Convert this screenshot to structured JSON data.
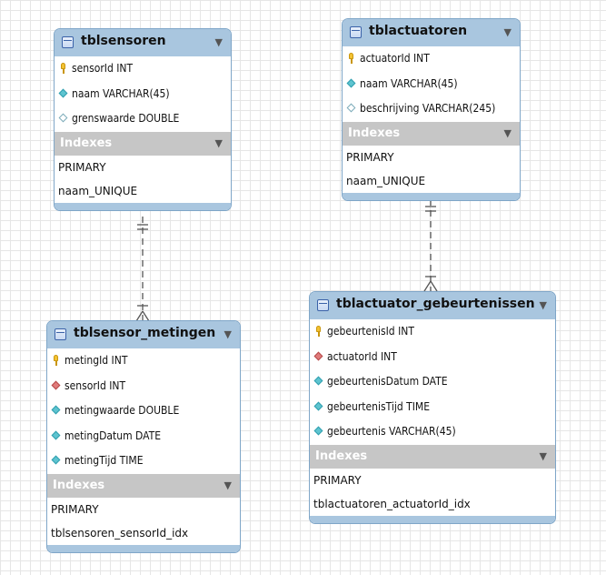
{
  "tables": {
    "tblsensoren": {
      "title": "tblsensoren",
      "columns": [
        {
          "icon": "primary-key-icon",
          "text": "sensorId INT"
        },
        {
          "icon": "filled-diamond-icon",
          "text": "naam VARCHAR(45)"
        },
        {
          "icon": "empty-diamond-icon",
          "text": "grenswaarde DOUBLE"
        }
      ],
      "indexes_label": "Indexes",
      "indexes": [
        "PRIMARY",
        "naam_UNIQUE"
      ]
    },
    "tblactuatoren": {
      "title": "tblactuatoren",
      "columns": [
        {
          "icon": "primary-key-icon",
          "text": "actuatorId INT"
        },
        {
          "icon": "filled-diamond-icon",
          "text": "naam VARCHAR(45)"
        },
        {
          "icon": "empty-diamond-icon",
          "text": "beschrijving VARCHAR(245)"
        }
      ],
      "indexes_label": "Indexes",
      "indexes": [
        "PRIMARY",
        "naam_UNIQUE"
      ]
    },
    "tblsensor_metingen": {
      "title": "tblsensor_metingen",
      "columns": [
        {
          "icon": "primary-key-icon",
          "text": "metingId INT"
        },
        {
          "icon": "foreign-key-diamond-icon",
          "text": "sensorId INT"
        },
        {
          "icon": "filled-diamond-icon",
          "text": "metingwaarde DOUBLE"
        },
        {
          "icon": "filled-diamond-icon",
          "text": "metingDatum DATE"
        },
        {
          "icon": "filled-diamond-icon",
          "text": "metingTijd TIME"
        }
      ],
      "indexes_label": "Indexes",
      "indexes": [
        "PRIMARY",
        "tblsensoren_sensorId_idx"
      ]
    },
    "tblactuator_gebeurtenissen": {
      "title": "tblactuator_gebeurtenissen",
      "columns": [
        {
          "icon": "primary-key-icon",
          "text": "gebeurtenisId INT"
        },
        {
          "icon": "foreign-key-diamond-icon",
          "text": "actuatorId INT"
        },
        {
          "icon": "filled-diamond-icon",
          "text": "gebeurtenisDatum DATE"
        },
        {
          "icon": "filled-diamond-icon",
          "text": "gebeurtenisTijd TIME"
        },
        {
          "icon": "filled-diamond-icon",
          "text": "gebeurtenis VARCHAR(45)"
        }
      ],
      "indexes_label": "Indexes",
      "indexes": [
        "PRIMARY",
        "tblactuatoren_actuatorId_idx"
      ]
    }
  },
  "relationships": [
    {
      "from": "tblsensoren",
      "to": "tblsensor_metingen",
      "from_cardinality": "one",
      "to_cardinality": "many",
      "style": "dashed"
    },
    {
      "from": "tblactuatoren",
      "to": "tblactuator_gebeurtenissen",
      "from_cardinality": "one",
      "to_cardinality": "many",
      "style": "dashed"
    }
  ],
  "colors": {
    "header": "#a9c6df",
    "border": "#7fa6c8",
    "index_header": "#c6c6c6",
    "key": "#f3c232",
    "column_diamond": "#5ec4d0",
    "fk_diamond": "#e07b7b",
    "grid": "#e6e6e6"
  }
}
